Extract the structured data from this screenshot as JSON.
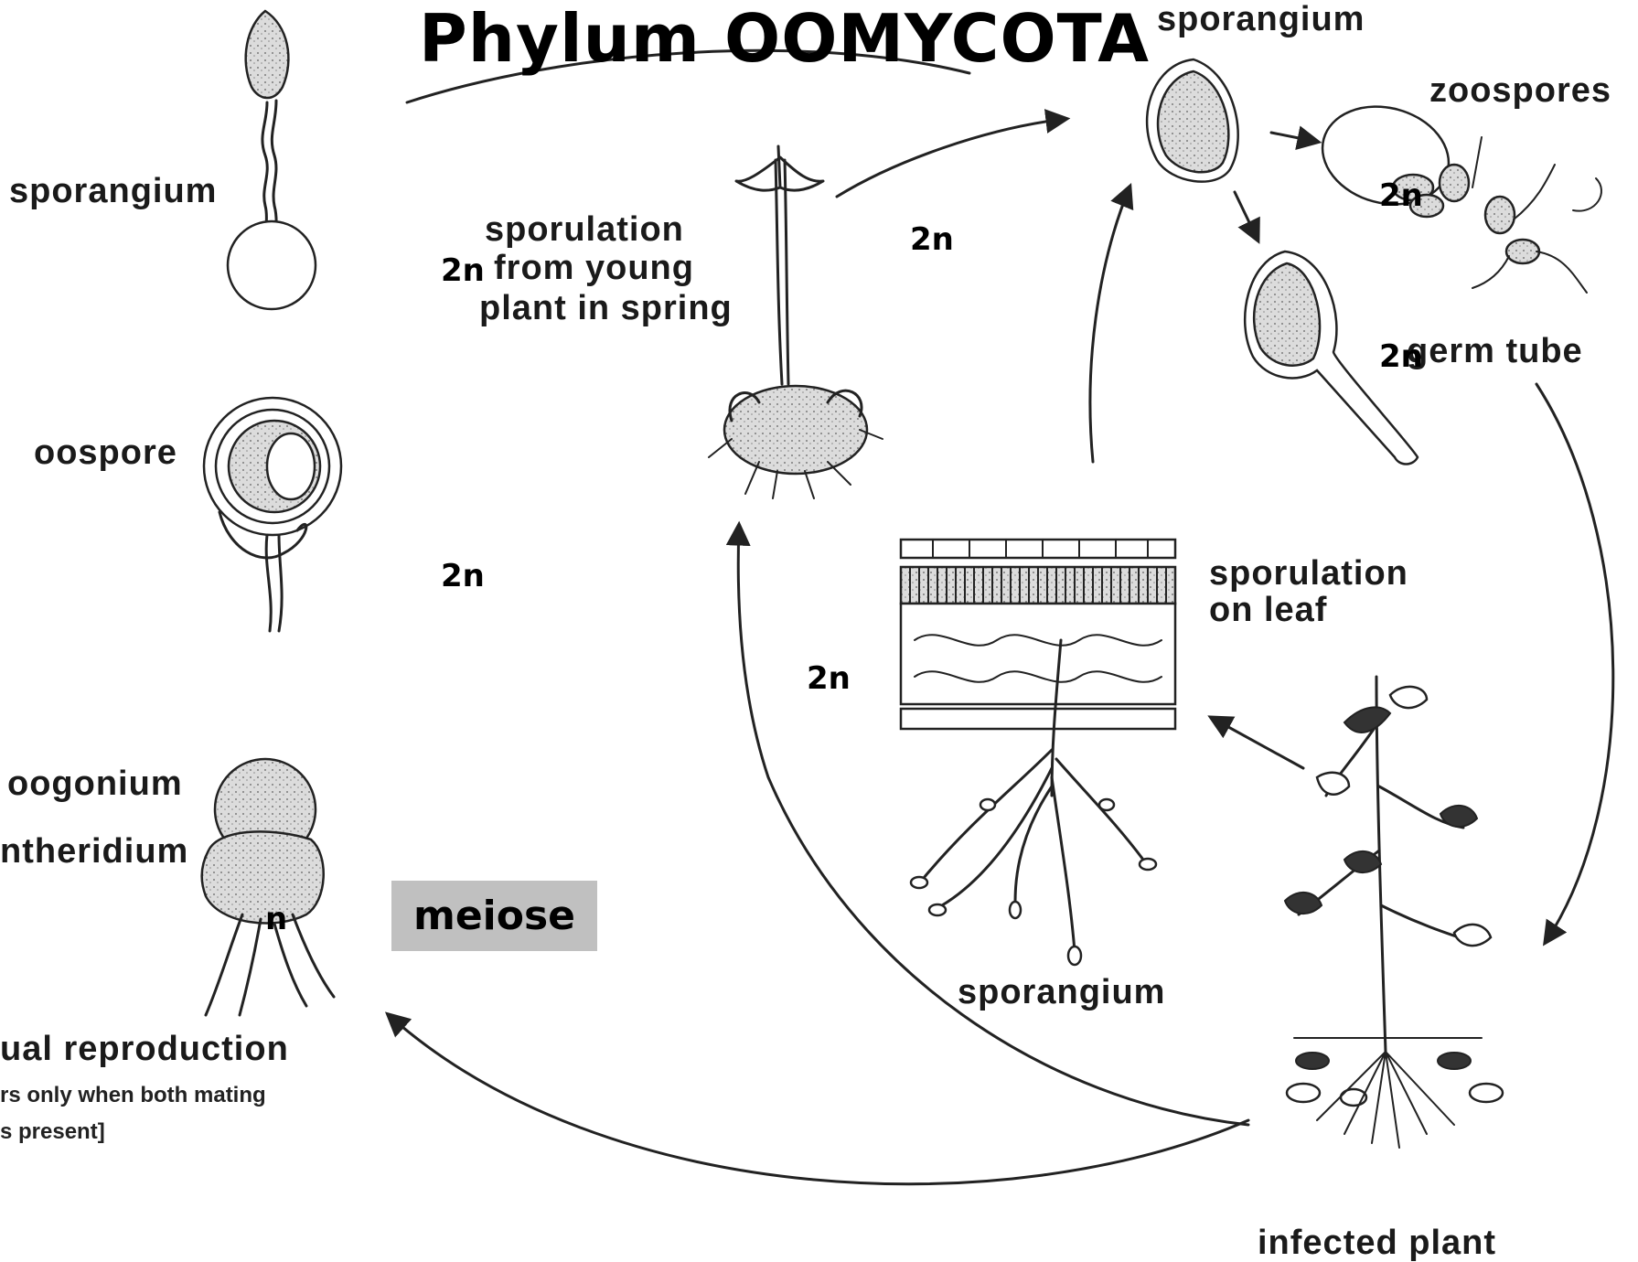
{
  "title": "Phylum OOMYCOTA",
  "labels": {
    "sporangium_left": "sporangium",
    "oospore": "oospore",
    "oogonium": "oogonium",
    "antheridium": "ntheridium",
    "sexual_reproduction": "ual reproduction",
    "sexual_note_line1": "rs only when both mating",
    "sexual_note_line2": "s present]",
    "sporulation_spring_line1": "sporulation",
    "sporulation_spring_line2": "from young",
    "sporulation_spring_line3": "plant in spring",
    "sporangium_top": "sporangium",
    "zoospores": "zoospores",
    "germ_tube": "germ tube",
    "sporulation_leaf_line1": "sporulation",
    "sporulation_leaf_line2": "on leaf",
    "sporangium_bottom": "sporangium",
    "infected_plant": "infected plant"
  },
  "ploidy": {
    "spring_prefix": "2n",
    "arrow_top": "2n",
    "left_center": "2n",
    "leaf_left": "2n",
    "zoospores": "2n",
    "germ_tube": "2n",
    "antheridium": "n"
  },
  "meiose": "meiose"
}
